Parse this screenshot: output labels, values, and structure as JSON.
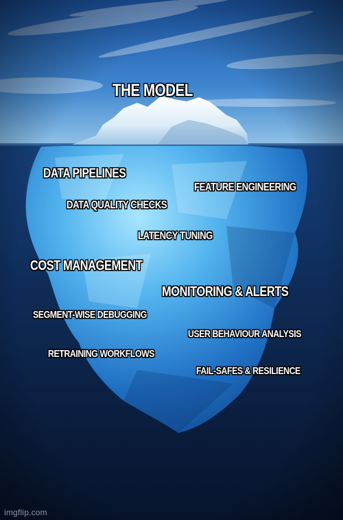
{
  "tip_label": "THE MODEL",
  "underwater_labels": [
    "DATA PIPELINES",
    "FEATURE ENGINEERING",
    "DATA QUALITY CHECKS",
    "LATENCY TUNING",
    "COST MANAGEMENT",
    "MONITORING & ALERTS",
    "SEGMENT-WISE DEBUGGING",
    "USER BEHAVIOUR ANALYSIS",
    "RETRAINING WORKFLOWS",
    "FAIL-SAFES & RESILIENCE"
  ],
  "watermark": "imgflip.com",
  "colors": {
    "sky_top": "#1f5fb0",
    "sky_horizon": "#8fc1e6",
    "water_top": "#16407a",
    "water_deep": "#07132b",
    "ice_light": "#9fe1ff",
    "ice_deep": "#1d6fc4",
    "label_text": "#ffffff",
    "label_outline": "#000000"
  }
}
